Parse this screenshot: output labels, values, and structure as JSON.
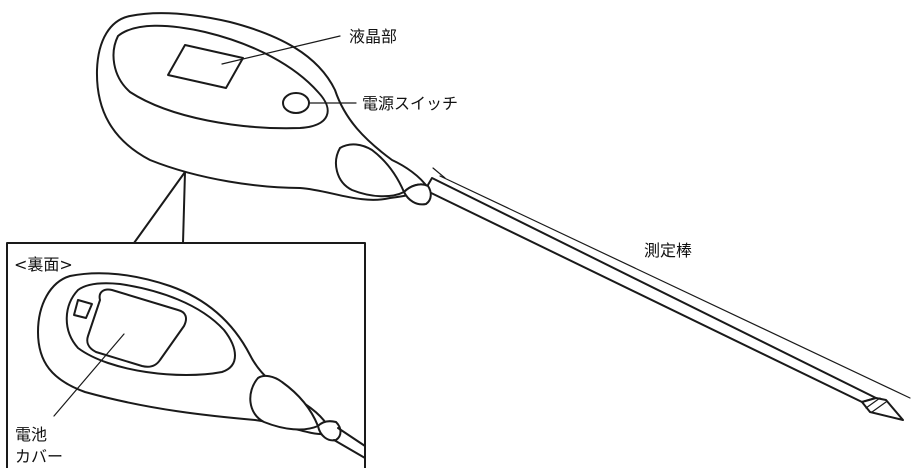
{
  "labels": {
    "lcd": "液晶部",
    "power_switch": "電源スイッチ",
    "probe": "測定棒",
    "back_view": "<裏面>",
    "battery_cover_line1": "電池",
    "battery_cover_line2": "カバー"
  }
}
